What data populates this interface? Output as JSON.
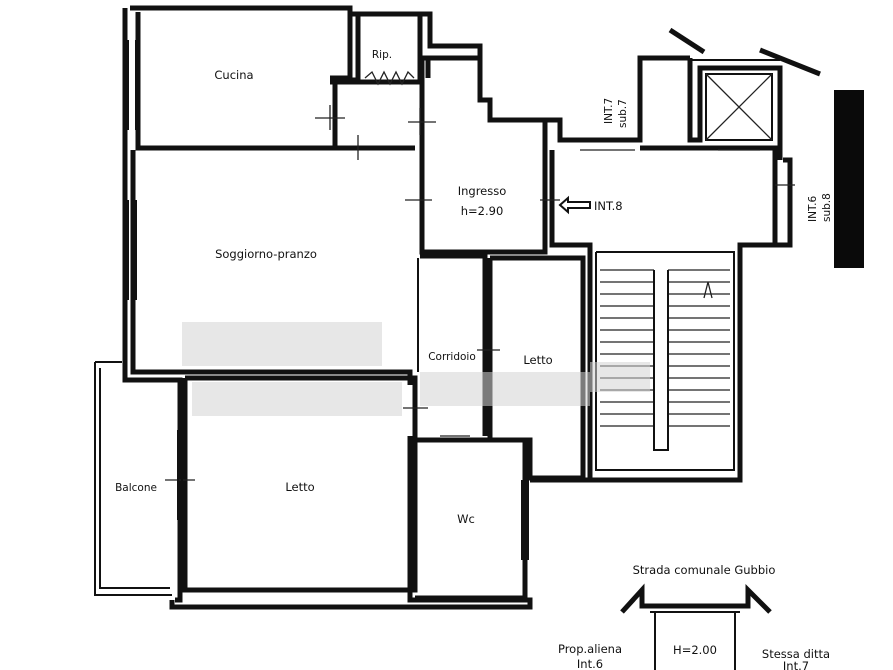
{
  "rooms": {
    "cucina": "Cucina",
    "rip": "Rip.",
    "ingresso": "Ingresso",
    "ingresso_height": "h=2.90",
    "soggiorno": "Soggiorno-pranzo",
    "corridoio": "Corridoio",
    "letto_small": "Letto",
    "letto_main": "Letto",
    "balcone": "Balcone",
    "wc": "Wc"
  },
  "neighbors": {
    "int7": "INT.7",
    "int7_sub": "sub.7",
    "int8": "INT.8",
    "int6": "INT.6",
    "int6_sub": "sub.8"
  },
  "site": {
    "road": "Strada comunale Gubbio",
    "height_note": "H=2.00",
    "left_owner": "Prop.aliena",
    "left_unit": "Int.6",
    "right_owner": "Stessa ditta",
    "right_unit": "Int.7"
  }
}
